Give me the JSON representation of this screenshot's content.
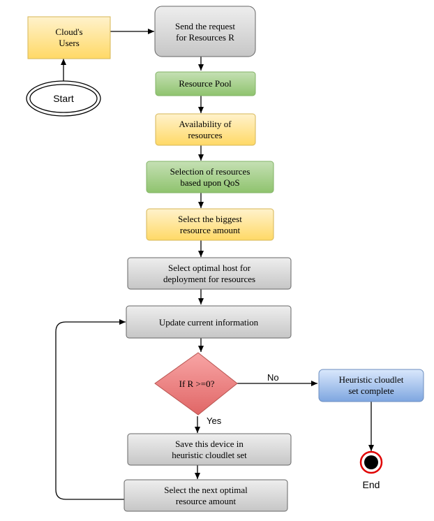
{
  "colors": {
    "yellow_fill": "#ffe599",
    "yellow_stroke": "#d6b656",
    "gray_fill": "#d9d9d9",
    "gray_stroke": "#666666",
    "green_fill": "#a9d18e",
    "green_stroke": "#82b366",
    "red_fill": "#f08080",
    "red_stroke": "#b85450",
    "blue_fill": "#a4c2f4",
    "blue_stroke": "#6c8ebf",
    "line": "#000000"
  },
  "nodes": {
    "cloud_users": {
      "line1": "Cloud's",
      "line2": "Users"
    },
    "start": {
      "label": "Start"
    },
    "send_request": {
      "line1": "Send the request",
      "line2": "for Resources R"
    },
    "resource_pool": {
      "label": "Resource Pool"
    },
    "availability": {
      "line1": "Availability of",
      "line2": "resources"
    },
    "selection_qos": {
      "line1": "Selection of resources",
      "line2": "based upon QoS"
    },
    "biggest_amount": {
      "line1": "Select the biggest",
      "line2": "resource amount"
    },
    "optimal_host": {
      "line1": "Select optimal host for",
      "line2": "deployment for resources"
    },
    "update_info": {
      "label": "Update current information"
    },
    "decision": {
      "label": "If R >=0?"
    },
    "save_device": {
      "line1": "Save this device in",
      "line2": "heuristic cloudlet set"
    },
    "next_optimal": {
      "line1": "Select the next optimal",
      "line2": "resource amount"
    },
    "heuristic_complete": {
      "line1": "Heuristic cloudlet",
      "line2": "set complete"
    },
    "end": {
      "label": "End"
    }
  },
  "edges": {
    "no_label": "No",
    "yes_label": "Yes"
  }
}
